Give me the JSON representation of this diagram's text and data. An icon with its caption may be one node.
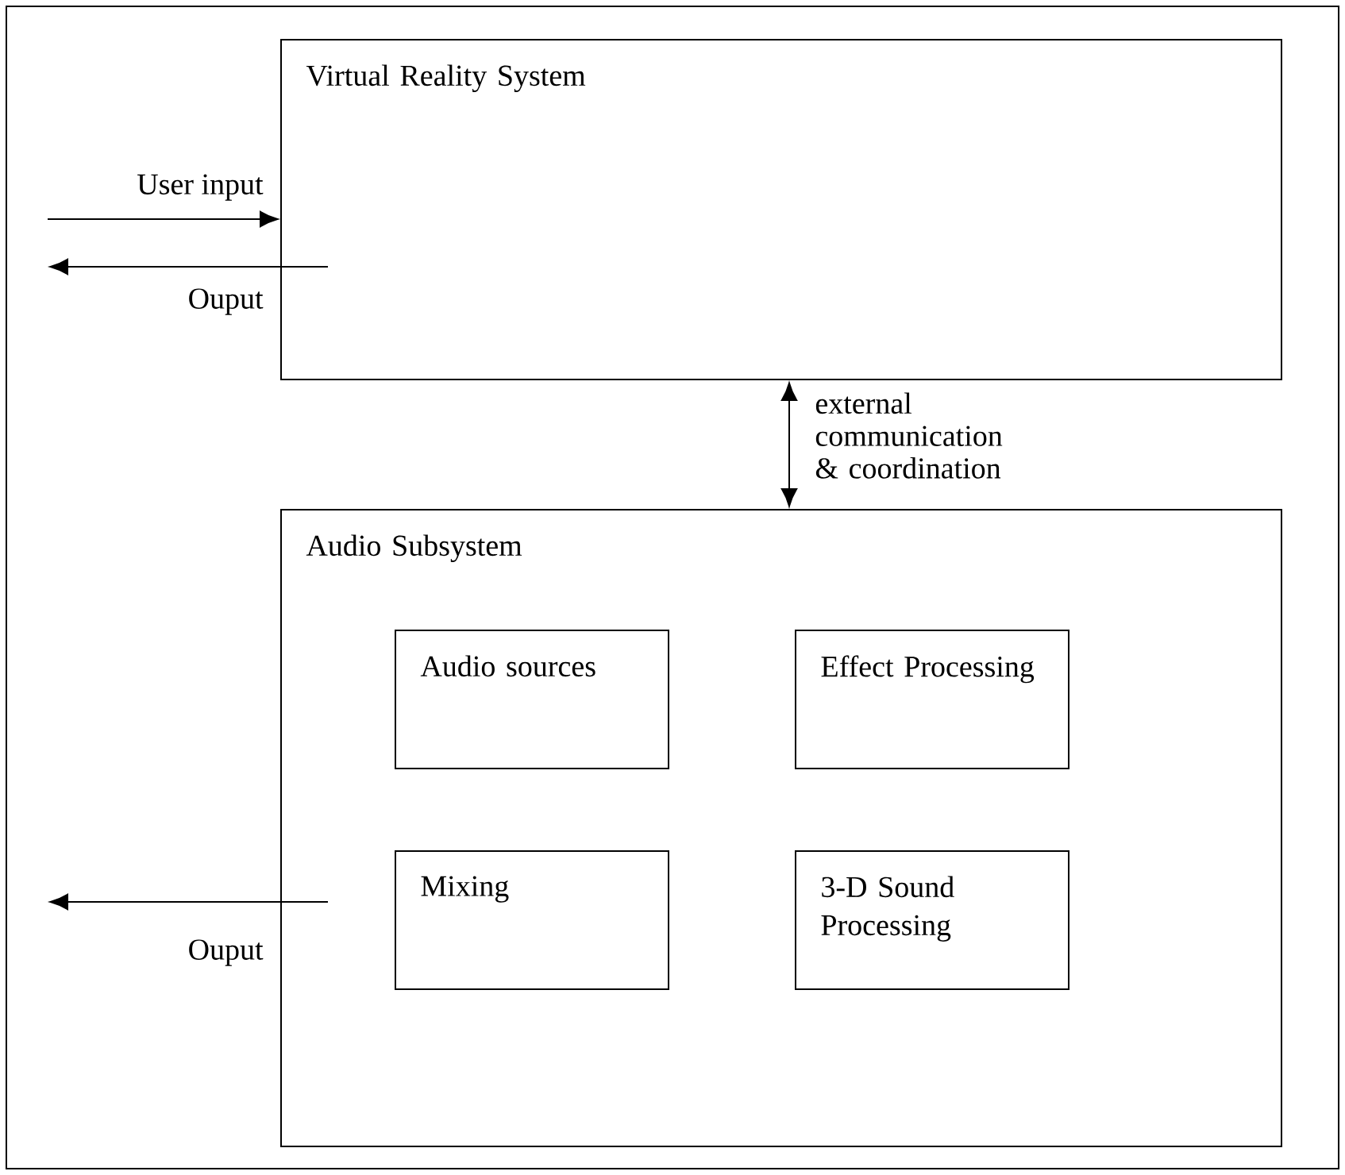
{
  "diagram": {
    "nodes": [
      {
        "text": [
          "Virtual Reality System"
        ]
      },
      {
        "text": [
          "Audio Subsystem"
        ]
      },
      {
        "text": [
          "Audio sources"
        ],
        "in": 1
      },
      {
        "text": [
          "Effect Processing"
        ],
        "in": 1
      },
      {
        "text": [
          "Mixing"
        ],
        "in": 1
      },
      {
        "text": [
          "3-D Sound Processing"
        ],
        "in": 1
      }
    ],
    "edges": [
      {
        "from": null,
        "to": 0,
        "arrow": "to",
        "label": "User input"
      },
      {
        "from": 0,
        "to": null,
        "arrow": "to",
        "label": "Ouput"
      },
      {
        "from": 0,
        "to": 1,
        "arrow": "both",
        "label": "external communication & coordination"
      },
      {
        "from": 1,
        "to": null,
        "arrow": "to",
        "label": "Ouput"
      }
    ]
  }
}
